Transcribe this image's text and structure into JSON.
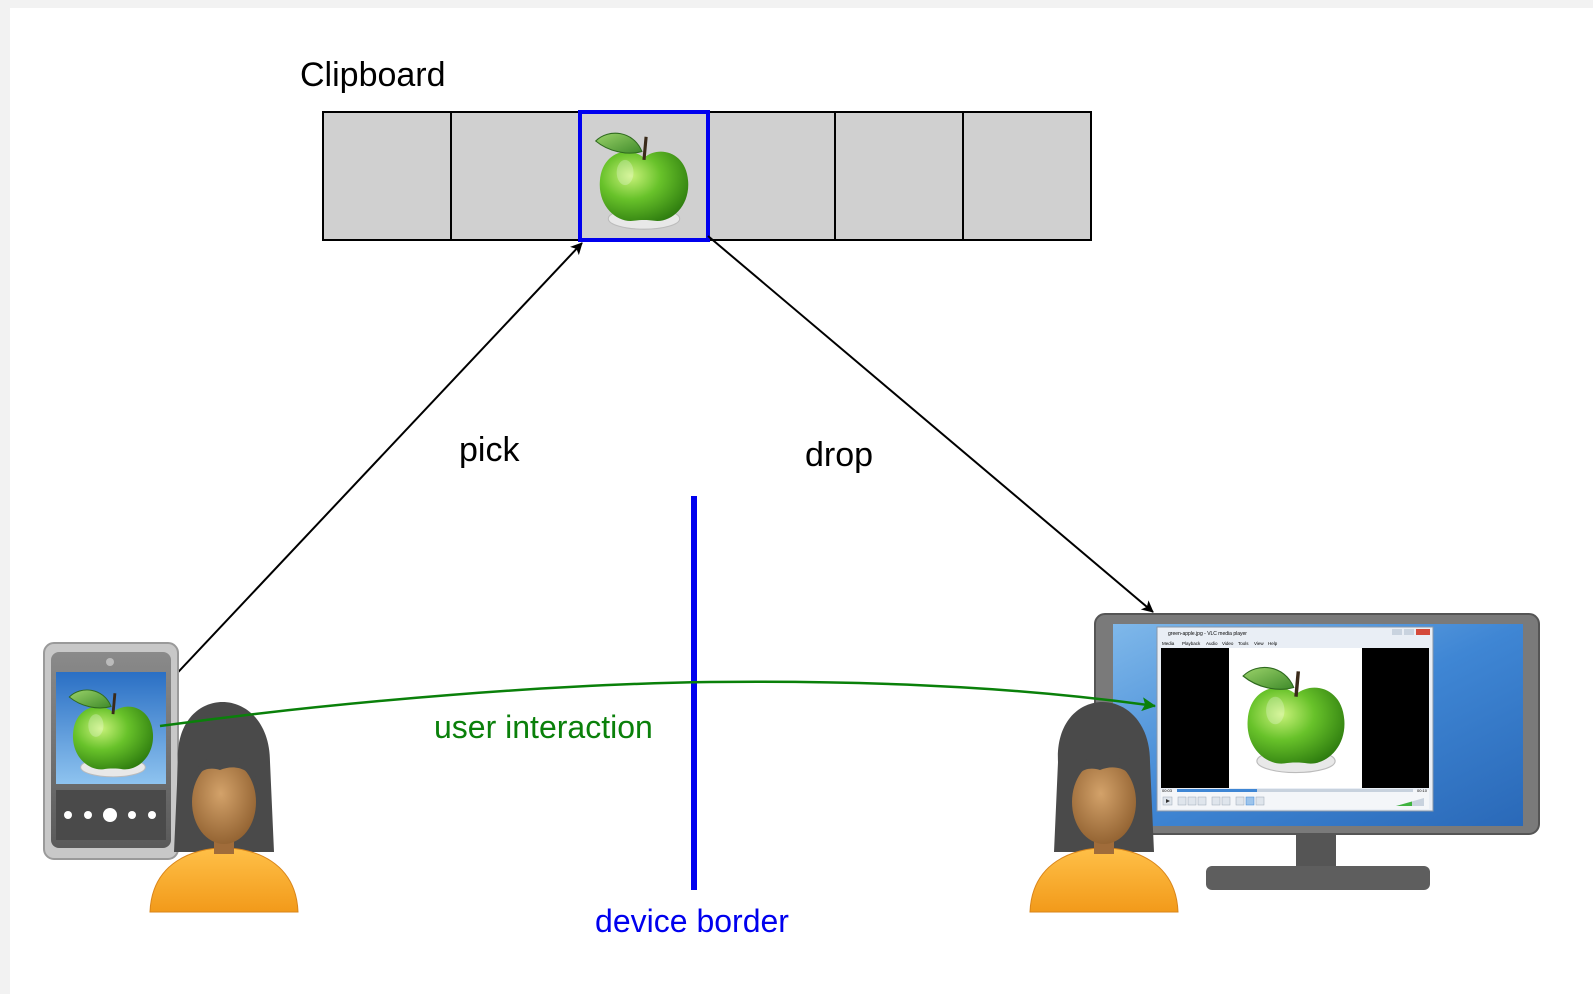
{
  "diagram": {
    "clipboard_label": "Clipboard",
    "pick_label": "pick",
    "drop_label": "drop",
    "interaction_label": "user interaction",
    "border_label": "device border"
  },
  "colors": {
    "background": "#ffffff",
    "outer_background": "#f2f2f2",
    "slot_fill": "#d0d0d0",
    "selected_slot": "#0000ee",
    "device_border": "#0000ee",
    "interaction": "#0a800a",
    "arrow": "#000000"
  },
  "icons": {
    "clipboard_item": "apple-icon",
    "source_device": "phone-icon",
    "target_device": "monitor-icon",
    "user": "user-icon"
  },
  "media_player": {
    "window_title": "green-apple.jpg - VLC media player",
    "menu": [
      "Media",
      "Playback",
      "Audio",
      "Video",
      "Tools",
      "View",
      "Help"
    ],
    "time_elapsed": "00:03",
    "time_total": "00:10"
  }
}
